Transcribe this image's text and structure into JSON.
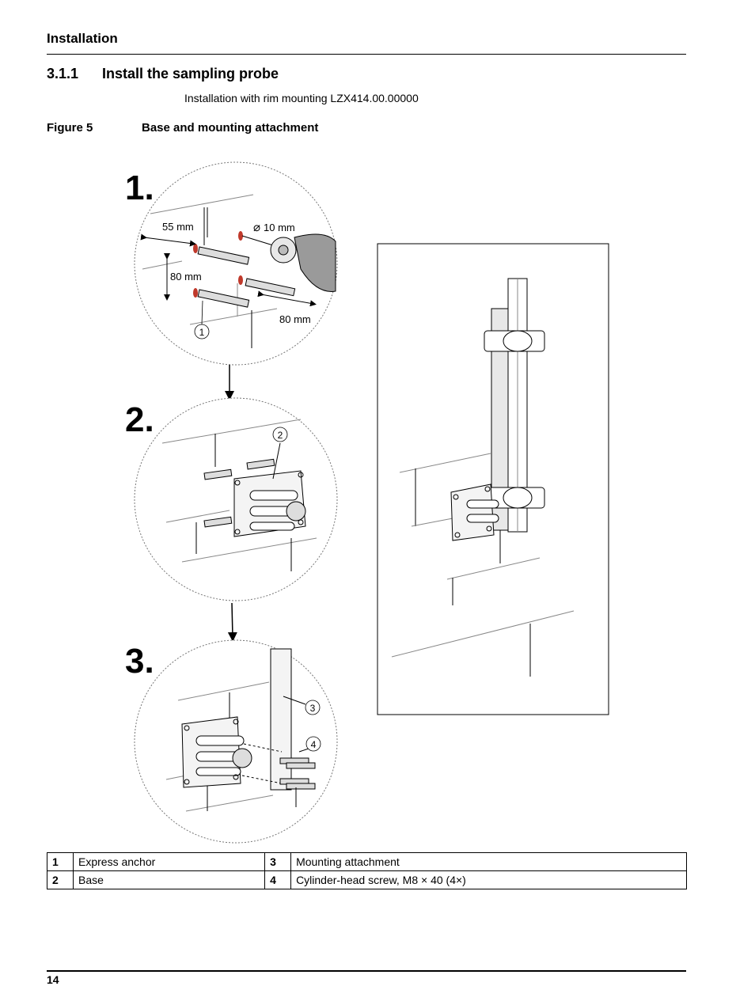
{
  "header": {
    "section": "Installation"
  },
  "heading": {
    "number": "3.1.1",
    "title": "Install the sampling probe"
  },
  "intro": "Installation with rim mounting LZX414.00.00000",
  "figure": {
    "label": "Figure 5",
    "title": "Base and mounting attachment",
    "steps": [
      "1.",
      "2.",
      "3."
    ],
    "dimensions": {
      "d1": "55 mm",
      "d2": "10 mm",
      "d3": "80 mm",
      "d4": "80 mm"
    },
    "callouts": [
      "1",
      "2",
      "3",
      "4"
    ]
  },
  "legend": [
    {
      "num": "1",
      "text": "Express anchor",
      "num2": "3",
      "text2": "Mounting attachment"
    },
    {
      "num": "2",
      "text": "Base",
      "num2": "4",
      "text2": "Cylinder-head screw, M8 × 40 (4×)"
    }
  ],
  "footer": {
    "page": "14"
  }
}
